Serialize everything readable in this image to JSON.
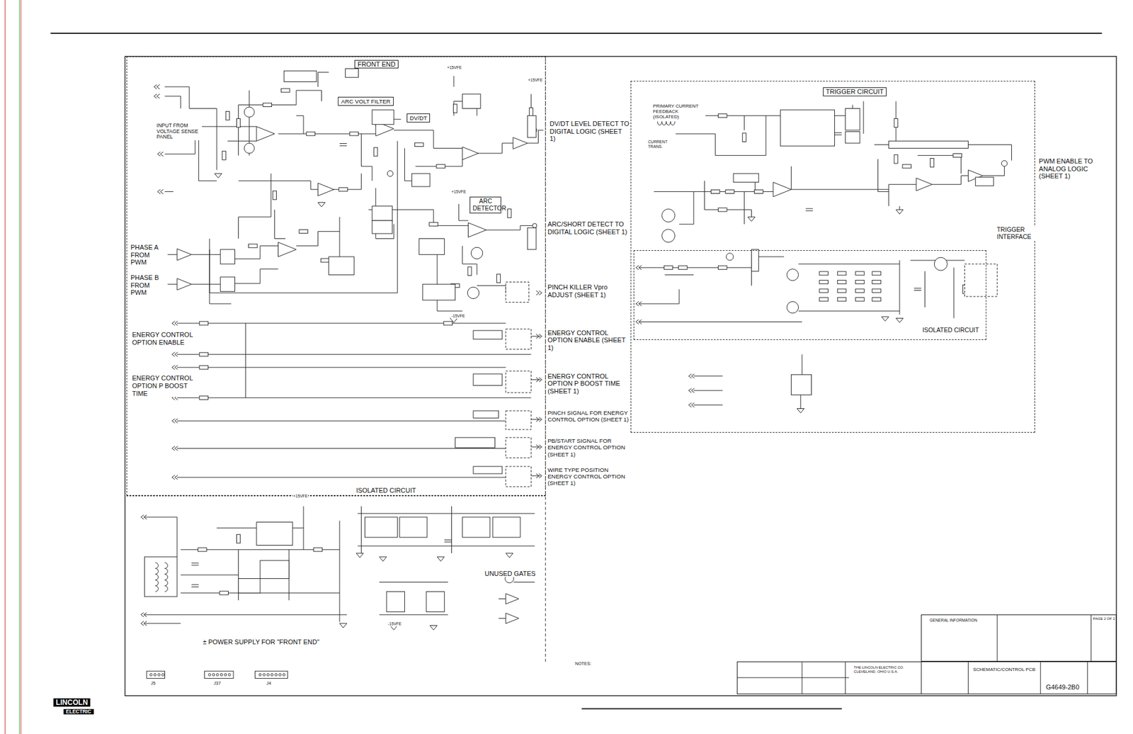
{
  "diagram": {
    "title": "SCHEMATIC/CONTROL PCB",
    "nodes": [
      {
        "text": [
          "FRONT END"
        ]
      },
      {
        "text": [
          "ARC VOLT FILTER"
        ],
        "in": 0
      },
      {
        "text": [
          "DV/DT"
        ],
        "in": 0
      },
      {
        "text": [
          "ARC DETECTOR"
        ],
        "in": 0
      },
      {
        "text": [
          "ISOLATED CIRCUIT",
          "± POWER SUPPLY FOR \"FRONT END\""
        ]
      },
      {
        "text": [
          "TRIGGER CIRCUIT"
        ]
      },
      {
        "text": [
          "TRIGGER INTERFACE",
          "ISOLATED CIRCUIT"
        ],
        "in": 5
      },
      {
        "text": [
          "GENERAL INFORMATION"
        ]
      },
      {
        "text": [
          "THE LINCOLN ELECTRIC CO. CLEVELAND, OHIO U.S.A.",
          "SCHEMATIC/CONTROL PCB",
          "G4649-2B0"
        ]
      }
    ],
    "labels": [
      "INPUT FROM VOLTAGE SENSE PANEL",
      "PHASE A FROM PWM",
      "PHASE B FROM PWM",
      "ENERGY CONTROL OPTION ENABLE",
      "ENERGY CONTROL OPTION P BOOST TIME",
      "DV/DT LEVEL DETECT TO DIGITAL LOGIC (SHEET 1)",
      "ARC/SHORT DETECT TO DIGITAL LOGIC (SHEET 1)",
      "PINCH KILLER Vpro ADJUST (SHEET 1)",
      "ENERGY CONTROL OPTION ENABLE (SHEET 1)",
      "ENERGY CONTROL OPTION P BOOST TIME (SHEET 1)",
      "PINCH SIGNAL FOR ENERGY CONTROL OPTION (SHEET 1)",
      "PB/START SIGNAL FOR ENERGY CONTROL OPTION (SHEET 1)",
      "WIRE TYPE POSITION ENERGY CONTROL OPTION (SHEET 1)",
      "PWM ENABLE TO ANALOG LOGIC (SHEET 1)",
      "PRIMARY CURRENT FEEDBACK (ISOLATED)",
      "CURRENT TRANS.",
      "UNUSED GATES",
      "NOTES:",
      "J5",
      "J37",
      "J4",
      "+15VFE",
      "+15VFE",
      "+15VFE",
      "-15VFE",
      "+15VFE",
      "-15VFE",
      "PAGE 2 OF 2",
      "LINCOLN",
      "ELECTRIC"
    ]
  }
}
